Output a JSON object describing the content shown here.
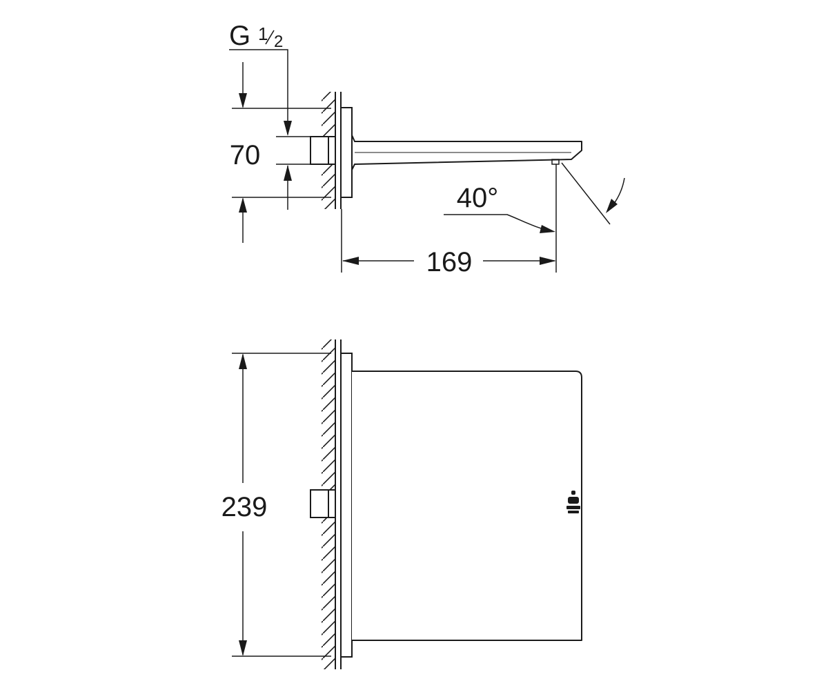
{
  "side_view": {
    "thread_label_main": "G",
    "thread_label_num": "1",
    "thread_label_den": "2",
    "height_label": "70",
    "angle_label": "40°",
    "length_label": "169"
  },
  "front_view": {
    "height_label": "239"
  },
  "colors": {
    "line": "#1a1a1a",
    "dim_line": "#444444",
    "background": "#ffffff"
  }
}
